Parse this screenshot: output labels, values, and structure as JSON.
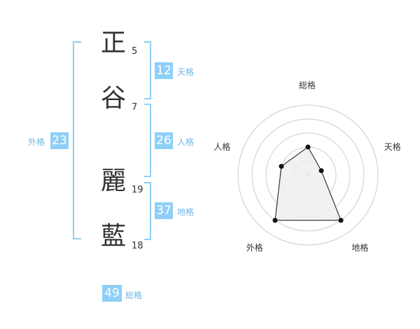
{
  "name": {
    "chars": [
      {
        "char": "正",
        "strokes": "5"
      },
      {
        "char": "谷",
        "strokes": "7"
      },
      {
        "char": "麗",
        "strokes": "19"
      },
      {
        "char": "藍",
        "strokes": "18"
      }
    ]
  },
  "kakusu": {
    "ten": {
      "value": "12",
      "label": "天格"
    },
    "jin": {
      "value": "26",
      "label": "人格"
    },
    "chi": {
      "value": "37",
      "label": "地格"
    },
    "gai": {
      "value": "23",
      "label": "外格"
    },
    "sou": {
      "value": "49",
      "label": "総格"
    }
  },
  "chart_data": {
    "type": "radar",
    "categories": [
      "総格",
      "天格",
      "地格",
      "外格",
      "人格"
    ],
    "values": [
      2,
      1,
      4,
      4,
      2
    ],
    "rmax": 5,
    "rings": 5,
    "colors": {
      "fill": "#eeeeee",
      "line": "#111111",
      "grid": "#cccccc",
      "center": "#bbbbbb"
    }
  },
  "colors": {
    "accent": "#8fcff7",
    "label": "#6db8e8",
    "text": "#333333"
  }
}
